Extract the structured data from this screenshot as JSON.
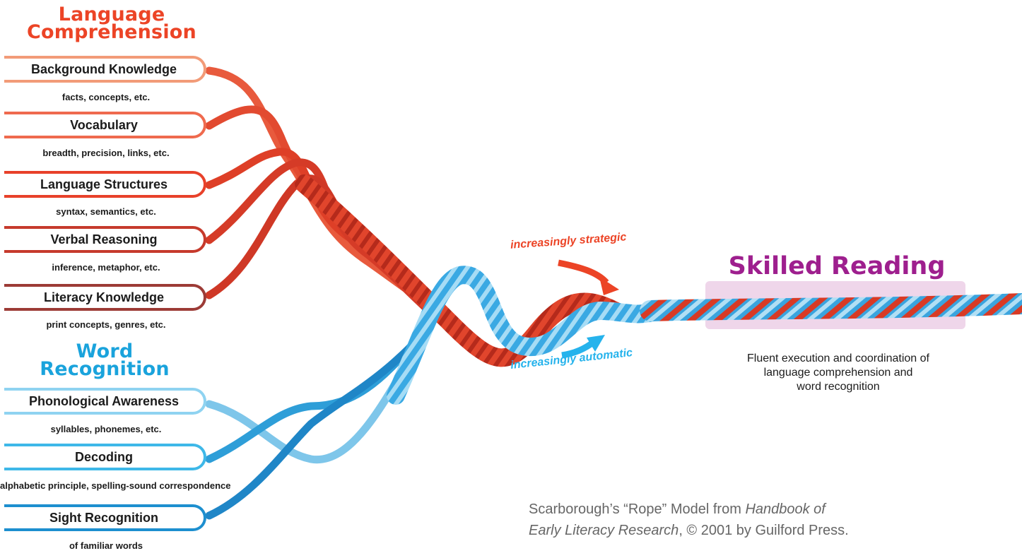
{
  "language_comprehension": {
    "title_line1": "Language",
    "title_line2": "Comprehension",
    "strands": [
      {
        "label": "Background Knowledge",
        "sub": "facts, concepts, etc.",
        "color": "#f29b78"
      },
      {
        "label": "Vocabulary",
        "sub": "breadth, precision, links, etc.",
        "color": "#ef6a4e"
      },
      {
        "label": "Language Structures",
        "sub": "syntax, semantics, etc.",
        "color": "#e8412a"
      },
      {
        "label": "Verbal Reasoning",
        "sub": "inference, metaphor, etc.",
        "color": "#c63a2c"
      },
      {
        "label": "Literacy Knowledge",
        "sub": "print concepts, genres, etc.",
        "color": "#9c3b36"
      }
    ]
  },
  "word_recognition": {
    "title_line1": "Word",
    "title_line2": "Recognition",
    "strands": [
      {
        "label": "Phonological Awareness",
        "sub": "syllables, phonemes, etc.",
        "color": "#8fd3f1"
      },
      {
        "label": "Decoding",
        "sub": "alphabetic principle, spelling-sound correspondence",
        "color": "#3eb8e8"
      },
      {
        "label": "Sight Recognition",
        "sub": "of familiar words",
        "color": "#1d8fcf"
      }
    ]
  },
  "arrows": {
    "strategic": "increasingly strategic",
    "automatic": "increasingly automatic"
  },
  "skilled_reading": {
    "title": "Skilled Reading",
    "description_line1": "Fluent execution and coordination of",
    "description_line2": "language comprehension and",
    "description_line3": "word recognition"
  },
  "credit": {
    "line1_prefix": "Scarborough’s “Rope” Model from ",
    "line1_italic": "Handbook of",
    "line2_italic": "Early Literacy Research",
    "line2_suffix": ", © 2001 by Guilford Press."
  },
  "colors": {
    "red_strand": "#e34a2f",
    "red_dark": "#a5281c",
    "blue_strand": "#2b9fdc",
    "blue_light": "#8fd0f0",
    "skilled_title": "#9e1f8e",
    "skilled_highlight": "#efd6ea"
  }
}
